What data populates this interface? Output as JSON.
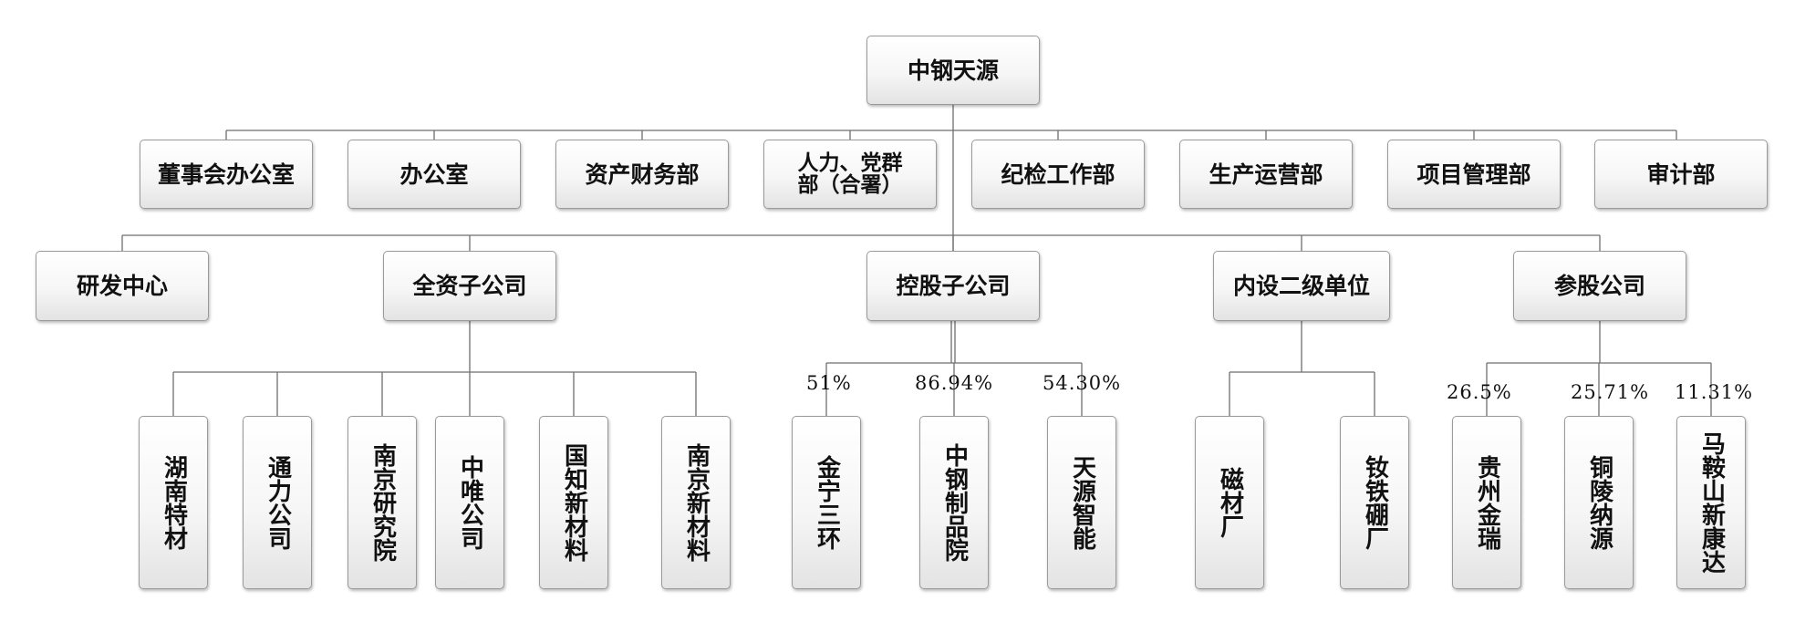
{
  "root": "中钢天源",
  "departments": [
    "董事会办公室",
    "办公室",
    "资产财务部",
    "人力、党群部（合署）",
    "纪检工作部",
    "生产运营部",
    "项目管理部",
    "审计部"
  ],
  "level2": {
    "rd": "研发中心",
    "wholly": "全资子公司",
    "holding": "控股子公司",
    "internal": "内设二级单位",
    "equity": "参股公司"
  },
  "wholly_owned": [
    "湖南特材",
    "通力公司",
    "南京研究院",
    "中唯公司",
    "国知新材料",
    "南京新材料"
  ],
  "holding_subs": [
    {
      "name": "金宁三环",
      "pct": "51%"
    },
    {
      "name": "中钢制品院",
      "pct": "86.94%"
    },
    {
      "name": "天源智能",
      "pct": "54.30%"
    }
  ],
  "internal_units": [
    "磁材厂",
    "钕铁硼厂"
  ],
  "equity_holdings": [
    {
      "name": "贵州金瑞",
      "pct": "26.5%"
    },
    {
      "name": "铜陵纳源",
      "pct": "25.71%"
    },
    {
      "name": "马鞍山新康达",
      "pct": "11.31%"
    }
  ]
}
